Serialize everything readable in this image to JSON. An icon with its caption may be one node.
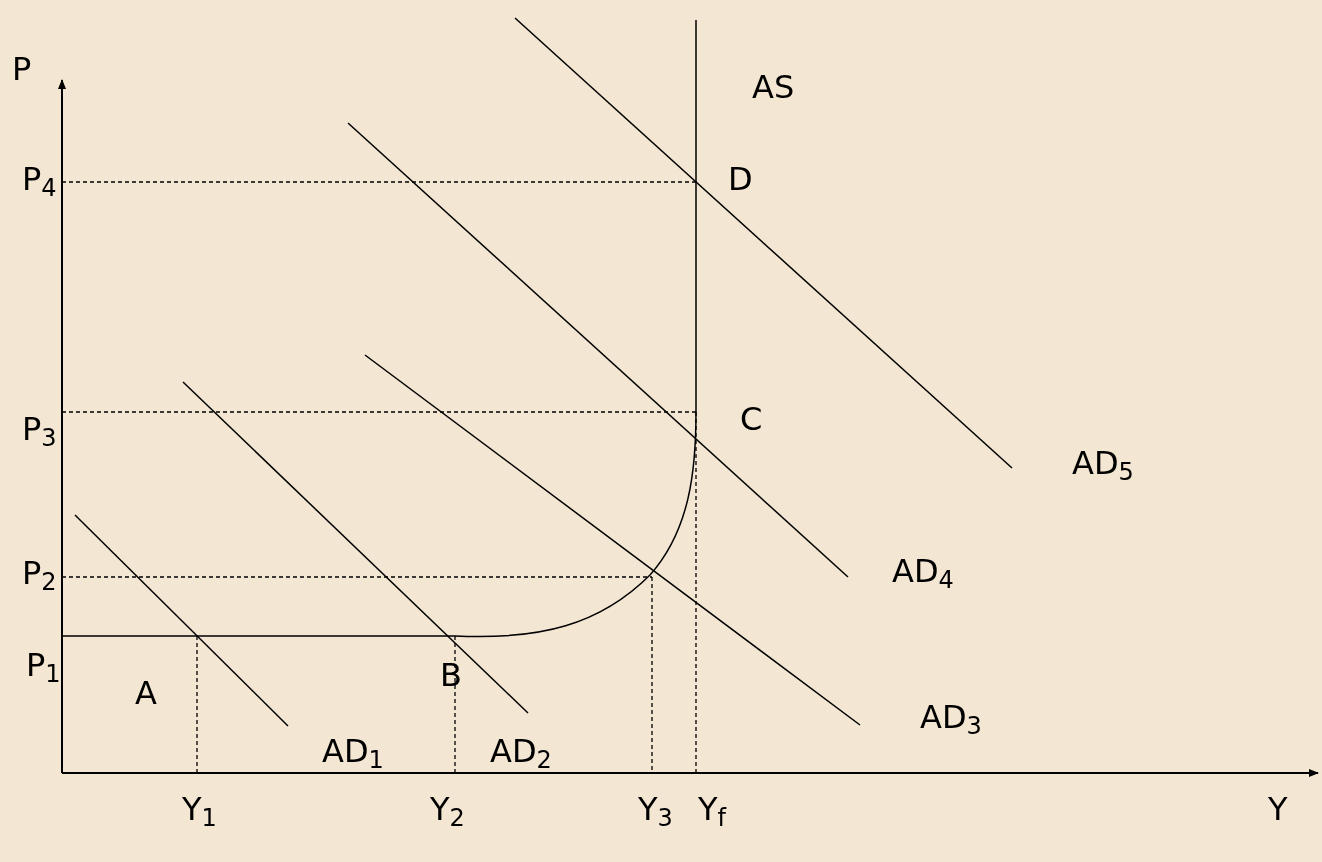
{
  "diagram": {
    "labels": [
      "P",
      "AS",
      "P$_{4}$",
      "D",
      "C",
      "P$_{3}$",
      "AD$_{5}$",
      "P$_{2}$",
      "AD$_{4}$",
      "P$_{1}$",
      "A",
      "B",
      "AD$_{3}$",
      "AD$_{1}$",
      "AD$_{2}$",
      "Y$_{1}$",
      "Y$_{2}$",
      "Y$_{3}$",
      "Y$_{f}$",
      "Y"
    ]
  }
}
